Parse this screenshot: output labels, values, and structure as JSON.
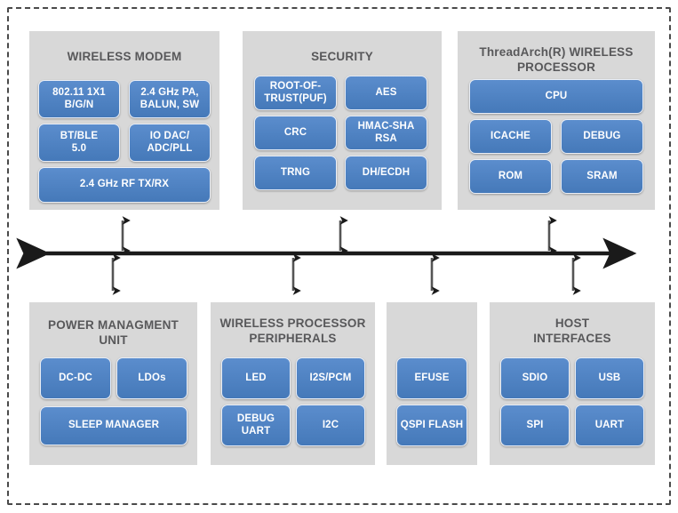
{
  "diagram": {
    "title": "ThreadArch Wireless SoC Block Diagram",
    "border_style": "dashed",
    "colors": {
      "panel_grey": "#d8d8d8",
      "block_blue": "#4f81c0",
      "block_text": "#ffffff",
      "title_text": "#58585a",
      "bus_black": "#1a1a1a",
      "border_dash": "#4a4a4a",
      "background": "#ffffff"
    },
    "bus": {
      "name": "system-bus",
      "type": "bidirectional-horizontal-arrow",
      "connections": 7
    }
  },
  "groups": {
    "wireless_modem": {
      "title": "WIRELESS MODEM",
      "blocks": [
        {
          "label": "802.11 1X1\nB/G/N"
        },
        {
          "label": "2.4 GHz PA,\nBALUN, SW"
        },
        {
          "label": "BT/BLE\n5.0"
        },
        {
          "label": "IO DAC/\nADC/PLL"
        },
        {
          "label": "2.4 GHz RF TX/RX"
        }
      ]
    },
    "security": {
      "title": "SECURITY",
      "blocks": [
        {
          "label": "ROOT-OF-\nTRUST(PUF)"
        },
        {
          "label": "AES"
        },
        {
          "label": "CRC"
        },
        {
          "label": "HMAC-SHA\nRSA"
        },
        {
          "label": "TRNG"
        },
        {
          "label": "DH/ECDH"
        }
      ]
    },
    "wireless_processor": {
      "title": "ThreadArch(R) WIRELESS\nPROCESSOR",
      "blocks": [
        {
          "label": "CPU"
        },
        {
          "label": "ICACHE"
        },
        {
          "label": "DEBUG"
        },
        {
          "label": "ROM"
        },
        {
          "label": "SRAM"
        }
      ]
    },
    "power_management_unit": {
      "title": "POWER MANAGMENT\nUNIT",
      "blocks": [
        {
          "label": "DC-DC"
        },
        {
          "label": "LDOs"
        },
        {
          "label": "SLEEP MANAGER"
        }
      ]
    },
    "wireless_processor_peripherals": {
      "title": "WIRELESS PROCESSOR\nPERIPHERALS",
      "blocks": [
        {
          "label": "LED"
        },
        {
          "label": "I2S/PCM"
        },
        {
          "label": "DEBUG\nUART"
        },
        {
          "label": "I2C"
        }
      ]
    },
    "memory": {
      "title": "",
      "blocks": [
        {
          "label": "EFUSE"
        },
        {
          "label": "QSPI FLASH"
        }
      ]
    },
    "host_interfaces": {
      "title": "HOST\nINTERFACES",
      "blocks": [
        {
          "label": "SDIO"
        },
        {
          "label": "USB"
        },
        {
          "label": "SPI"
        },
        {
          "label": "UART"
        }
      ]
    }
  }
}
